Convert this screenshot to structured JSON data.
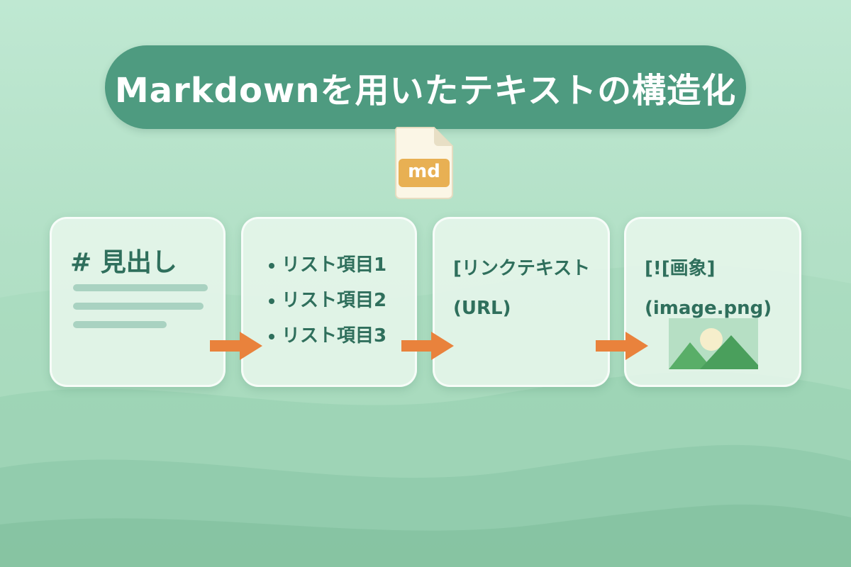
{
  "title": "Markdownを用いたテキストの構造化",
  "file_icon": {
    "label": "md",
    "icon": "markdown-file-icon",
    "color": "#e8b053"
  },
  "cards": [
    {
      "type": "heading",
      "text": "# 見出し"
    },
    {
      "type": "list",
      "items": [
        "リスト項目1",
        "リスト項目2",
        "リスト項目3"
      ]
    },
    {
      "type": "link",
      "lines": [
        "[リンクテキスト",
        "(URL)"
      ]
    },
    {
      "type": "image",
      "lines": [
        "[![画象]",
        "(image.png)"
      ],
      "icon": "landscape-image-icon"
    }
  ],
  "colors": {
    "accent": "#4e9b80",
    "text": "#2f6f5c",
    "arrow": "#e9823c",
    "card": "#e7f6ec"
  }
}
